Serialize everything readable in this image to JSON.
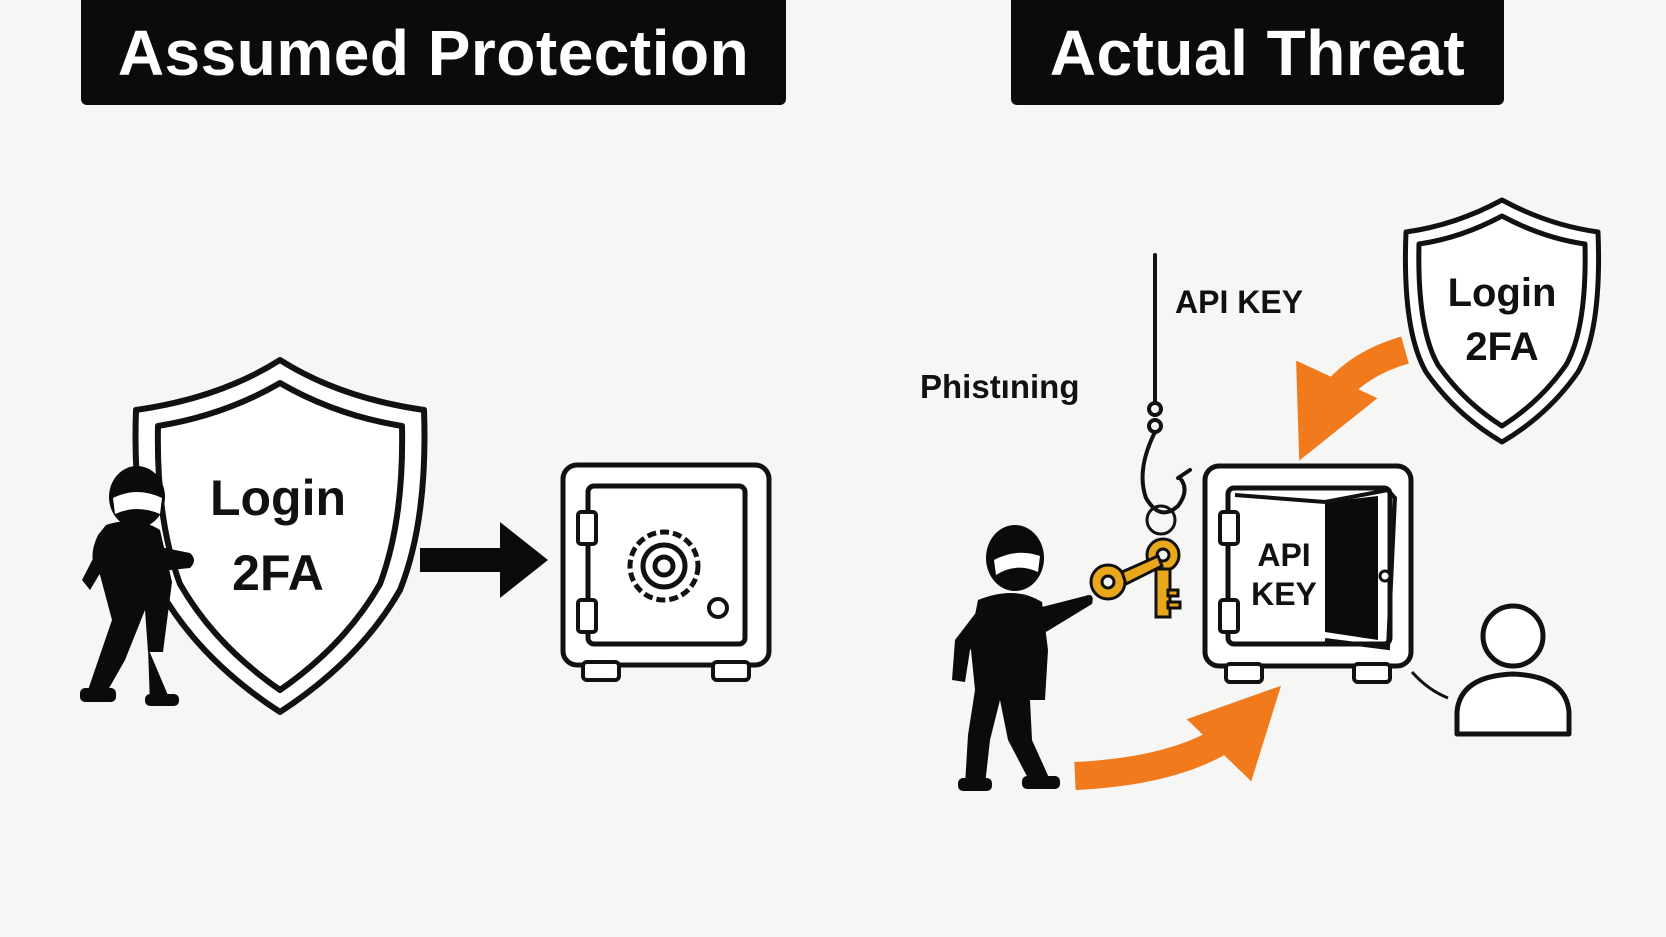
{
  "panels": {
    "left": {
      "title": "Assumed Protection",
      "shield_label_line1": "Login",
      "shield_label_line2": "2FA"
    },
    "right": {
      "title": "Actual Threat",
      "hook_label": "API KEY",
      "phishing_label": "Phistıning",
      "shield_label_line1": "Login",
      "shield_label_line2": "2FA",
      "safe_label_line1": "API",
      "safe_label_line2": "KEY"
    }
  },
  "icons": {
    "left": [
      "attacker-icon",
      "shield-icon",
      "arrow-right-icon",
      "safe-locked-icon"
    ],
    "right": [
      "fishing-hook-icon",
      "keys-icon",
      "attacker-icon",
      "safe-open-icon",
      "shield-icon",
      "user-icon",
      "curved-arrow-icon"
    ]
  },
  "colors": {
    "title_bg": "#0b0b0b",
    "title_text": "#ffffff",
    "accent_orange": "#f07a1c",
    "key_gold": "#e9a81c",
    "ink": "#111111"
  }
}
